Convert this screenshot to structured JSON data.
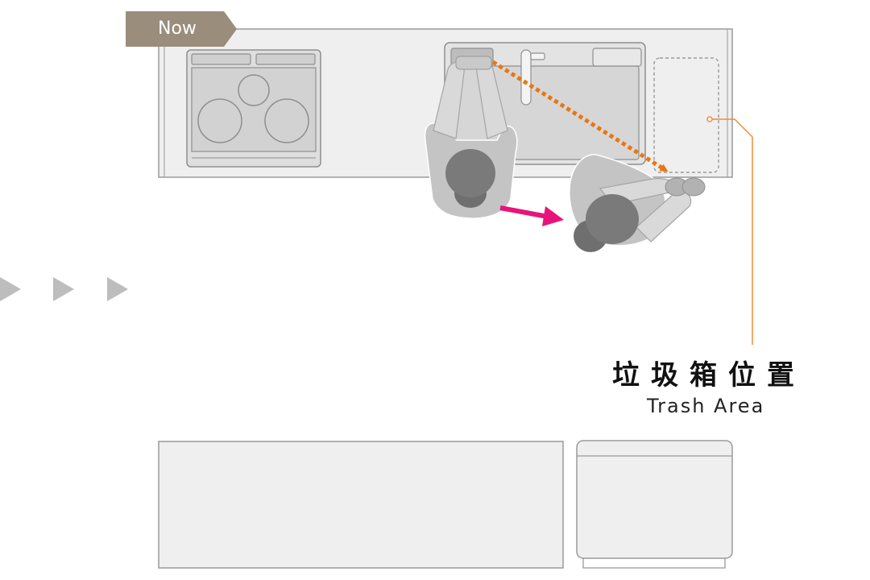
{
  "badge": {
    "label": "Now",
    "color": "#9a8d7c"
  },
  "callout": {
    "title_zh": "垃圾箱位置",
    "title_en": "Trash Area",
    "leader_color": "#f08a3c"
  },
  "icons": {
    "progress_arrows": "triangle-right-icon",
    "move_arrow": "arrow-right-icon",
    "path_arrow": "dotted-arrow-icon"
  },
  "colors": {
    "counter_fill": "#efefef",
    "counter_stroke": "#9a9a9a",
    "person_body": "#b9b9b9",
    "person_head": "#7a7a7a",
    "move_arrow": "#e6147a",
    "path_arrow": "#e8770f",
    "step_arrow": "#bdbdbd"
  }
}
